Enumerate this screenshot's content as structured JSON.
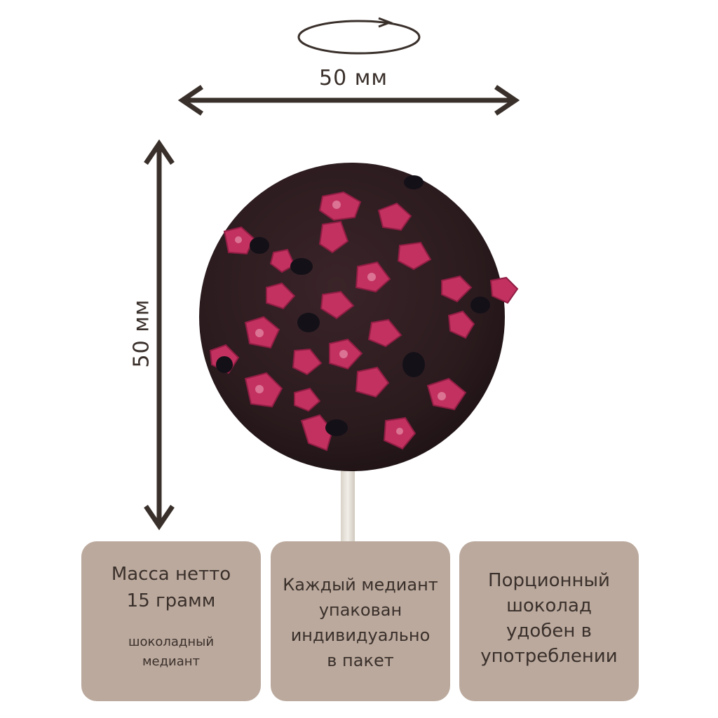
{
  "dimensions": {
    "width_label": "50 мм",
    "height_label": "50 мм"
  },
  "cards": [
    {
      "line1": "Масса нетто",
      "line2": "15 грамм",
      "note1": "шоколадный",
      "note2": "медиант"
    },
    {
      "lines": [
        "Каждый медиант",
        "упакован",
        "индивидуально",
        "в пакет"
      ]
    },
    {
      "lines": [
        "Порционный",
        "шоколад",
        "удобен в",
        "употреблении"
      ]
    }
  ],
  "colors": {
    "arrow": "#3a302b",
    "card_bg": "#bba99d",
    "chocolate": "#2b1b1e",
    "berry": "#c2315f"
  },
  "icons": [
    "rotation-icon",
    "double-arrow-icon"
  ]
}
